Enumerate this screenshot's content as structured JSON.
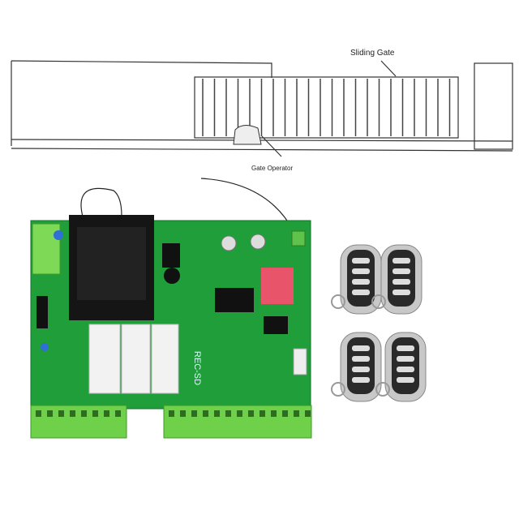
{
  "diagram": {
    "sliding_gate_label": "Sliding Gate",
    "gate_operator_label": "Gate Operator"
  },
  "board": {
    "board_label": "REC-SD",
    "pcb_color": "#1f9e3a",
    "terminal_color": "#6fd14a"
  },
  "remotes": {
    "count": 4,
    "button_count": 4,
    "body_color": "#2a2a2a",
    "shell_color": "#c8c8c8"
  }
}
